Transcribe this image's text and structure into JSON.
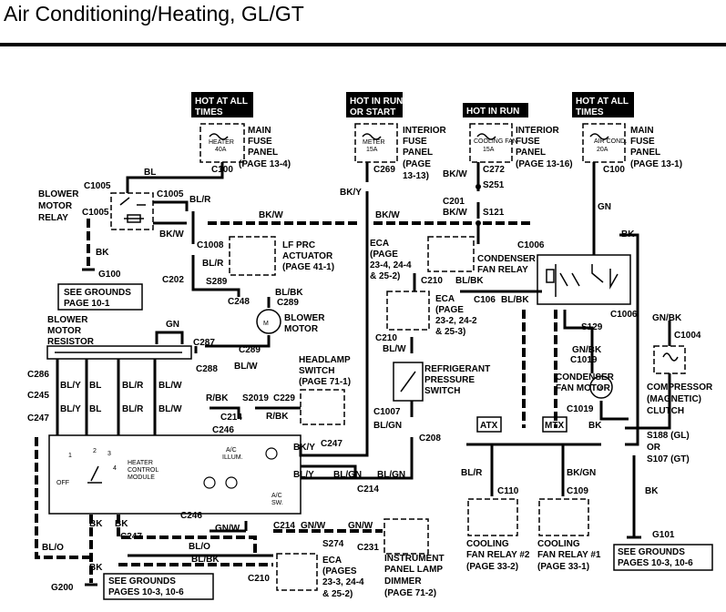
{
  "title": "Air Conditioning/Heating, GL/GT",
  "hot_headers": [
    {
      "id": "h1",
      "line1": "HOT AT ALL",
      "line2": "TIMES"
    },
    {
      "id": "h2",
      "line1": "HOT IN RUN",
      "line2": "OR START"
    },
    {
      "id": "h3",
      "line1": "HOT IN RUN",
      "line2": ""
    },
    {
      "id": "h4",
      "line1": "HOT AT ALL",
      "line2": "TIMES"
    }
  ],
  "fuses": [
    {
      "id": "f1",
      "name": "HEATER",
      "rating": "40A",
      "panel": [
        "MAIN",
        "FUSE",
        "PANEL",
        "(PAGE 13-4)"
      ],
      "connector": "C100"
    },
    {
      "id": "f2",
      "name": "METER",
      "rating": "15A",
      "panel": [
        "INTERIOR",
        "FUSE",
        "PANEL",
        "(PAGE",
        "13-13)"
      ],
      "connector": "C269"
    },
    {
      "id": "f3",
      "name": "COOLING FAN",
      "rating": "15A",
      "panel": [
        "INTERIOR",
        "FUSE",
        "PANEL",
        "(PAGE 13-16)"
      ],
      "connector": "C272"
    },
    {
      "id": "f4",
      "name": "AIR COND.",
      "rating": "20A",
      "panel": [
        "MAIN",
        "FUSE",
        "PANEL",
        "(PAGE 13-1)"
      ],
      "connector": "C100"
    }
  ],
  "components": {
    "blower_motor_relay": [
      "BLOWER",
      "MOTOR",
      "RELAY"
    ],
    "lf_prc_actuator": [
      "LF PRC",
      "ACTUATOR",
      "(PAGE 41-1)"
    ],
    "blower_motor": [
      "BLOWER",
      "MOTOR"
    ],
    "blower_motor_resistor": [
      "BLOWER",
      "MOTOR",
      "RESISTOR"
    ],
    "headlamp_switch": [
      "HEADLAMP",
      "SWITCH",
      "(PAGE 71-1)"
    ],
    "eca_top": [
      "ECA",
      "(PAGE",
      "23-4, 24-4",
      "& 25-2)"
    ],
    "eca_mid": [
      "ECA",
      "(PAGE",
      "23-2, 24-2",
      "& 25-3)"
    ],
    "eca_bottom": [
      "ECA",
      "(PAGES",
      "23-3, 24-4",
      "& 25-2)"
    ],
    "refrigerant_pressure_switch": [
      "REFRIGERANT",
      "PRESSURE",
      "SWITCH"
    ],
    "condenser_fan_relay": [
      "CONDENSER",
      "FAN RELAY"
    ],
    "condenser_fan_motor": [
      "CONDENSER",
      "FAN MOTOR"
    ],
    "compressor_clutch": [
      "COMPRESSOR",
      "(MAGNETIC)",
      "CLUTCH"
    ],
    "cooling_fan_relay_2": [
      "COOLING",
      "FAN RELAY #2",
      "(PAGE 33-2)"
    ],
    "cooling_fan_relay_1": [
      "COOLING",
      "FAN RELAY #1",
      "(PAGE 33-1)"
    ],
    "instrument_panel_lamp_dimmer": [
      "INSTRUMENT",
      "PANEL LAMP",
      "DIMMER",
      "(PAGE 71-2)"
    ],
    "heater_control_module": [
      "HEATER",
      "CONTROL",
      "MODULE"
    ],
    "ac_illum": [
      "A/C",
      "ILLUM."
    ],
    "ac_sw": [
      "A/C",
      "SW."
    ],
    "off": "OFF",
    "switch_positions": [
      "1",
      "2",
      "3",
      "4"
    ],
    "atx": "ATX",
    "mtx": "MTX"
  },
  "grounds": [
    {
      "id": "g100",
      "name": "G100",
      "note": [
        "SEE GROUNDS",
        "PAGE 10-1"
      ]
    },
    {
      "id": "g200",
      "name": "G200",
      "note": [
        "SEE GROUNDS",
        "PAGES 10-3, 10-6"
      ]
    },
    {
      "id": "g101",
      "name": "G101",
      "note": [
        "SEE GROUNDS",
        "PAGES 10-3, 10-6"
      ]
    }
  ],
  "wire_colors": {
    "bl": "BL",
    "bl_r": "BL/R",
    "bk_w": "BK/W",
    "bk": "BK",
    "bk_y": "BK/Y",
    "gn": "GN",
    "bl_bk": "BL/BK",
    "bl_w": "BL/W",
    "bl_gn": "BL/GN",
    "bl_y": "BL/Y",
    "r_bk": "R/BK",
    "gn_w": "GN/W",
    "bl_o": "BL/O",
    "gn_bk": "GN/BK",
    "bk_gn": "BK/GN"
  },
  "connectors": {
    "c1005": "C1005",
    "c1008": "C1008",
    "c202": "C202",
    "s289": "S289",
    "c248": "C248",
    "c289": "C289",
    "c287": "C287",
    "c288": "C288",
    "c286": "C286",
    "c245": "C245",
    "c247": "C247",
    "c214": "C214",
    "c246": "C246",
    "s2019": "S2019",
    "c229": "C229",
    "c210": "C210",
    "c1007": "C1007",
    "c208": "C208",
    "s274": "S274",
    "c231": "C231",
    "c106": "C106",
    "c1006": "C1006",
    "s129": "S129",
    "c1004": "C1004",
    "c1019": "C1019",
    "s188": "S188 (GL)",
    "or": "OR",
    "s107": "S107 (GT)",
    "c110": "C110",
    "c109": "C109",
    "s251": "S251",
    "c201": "C201",
    "s121": "S121"
  }
}
